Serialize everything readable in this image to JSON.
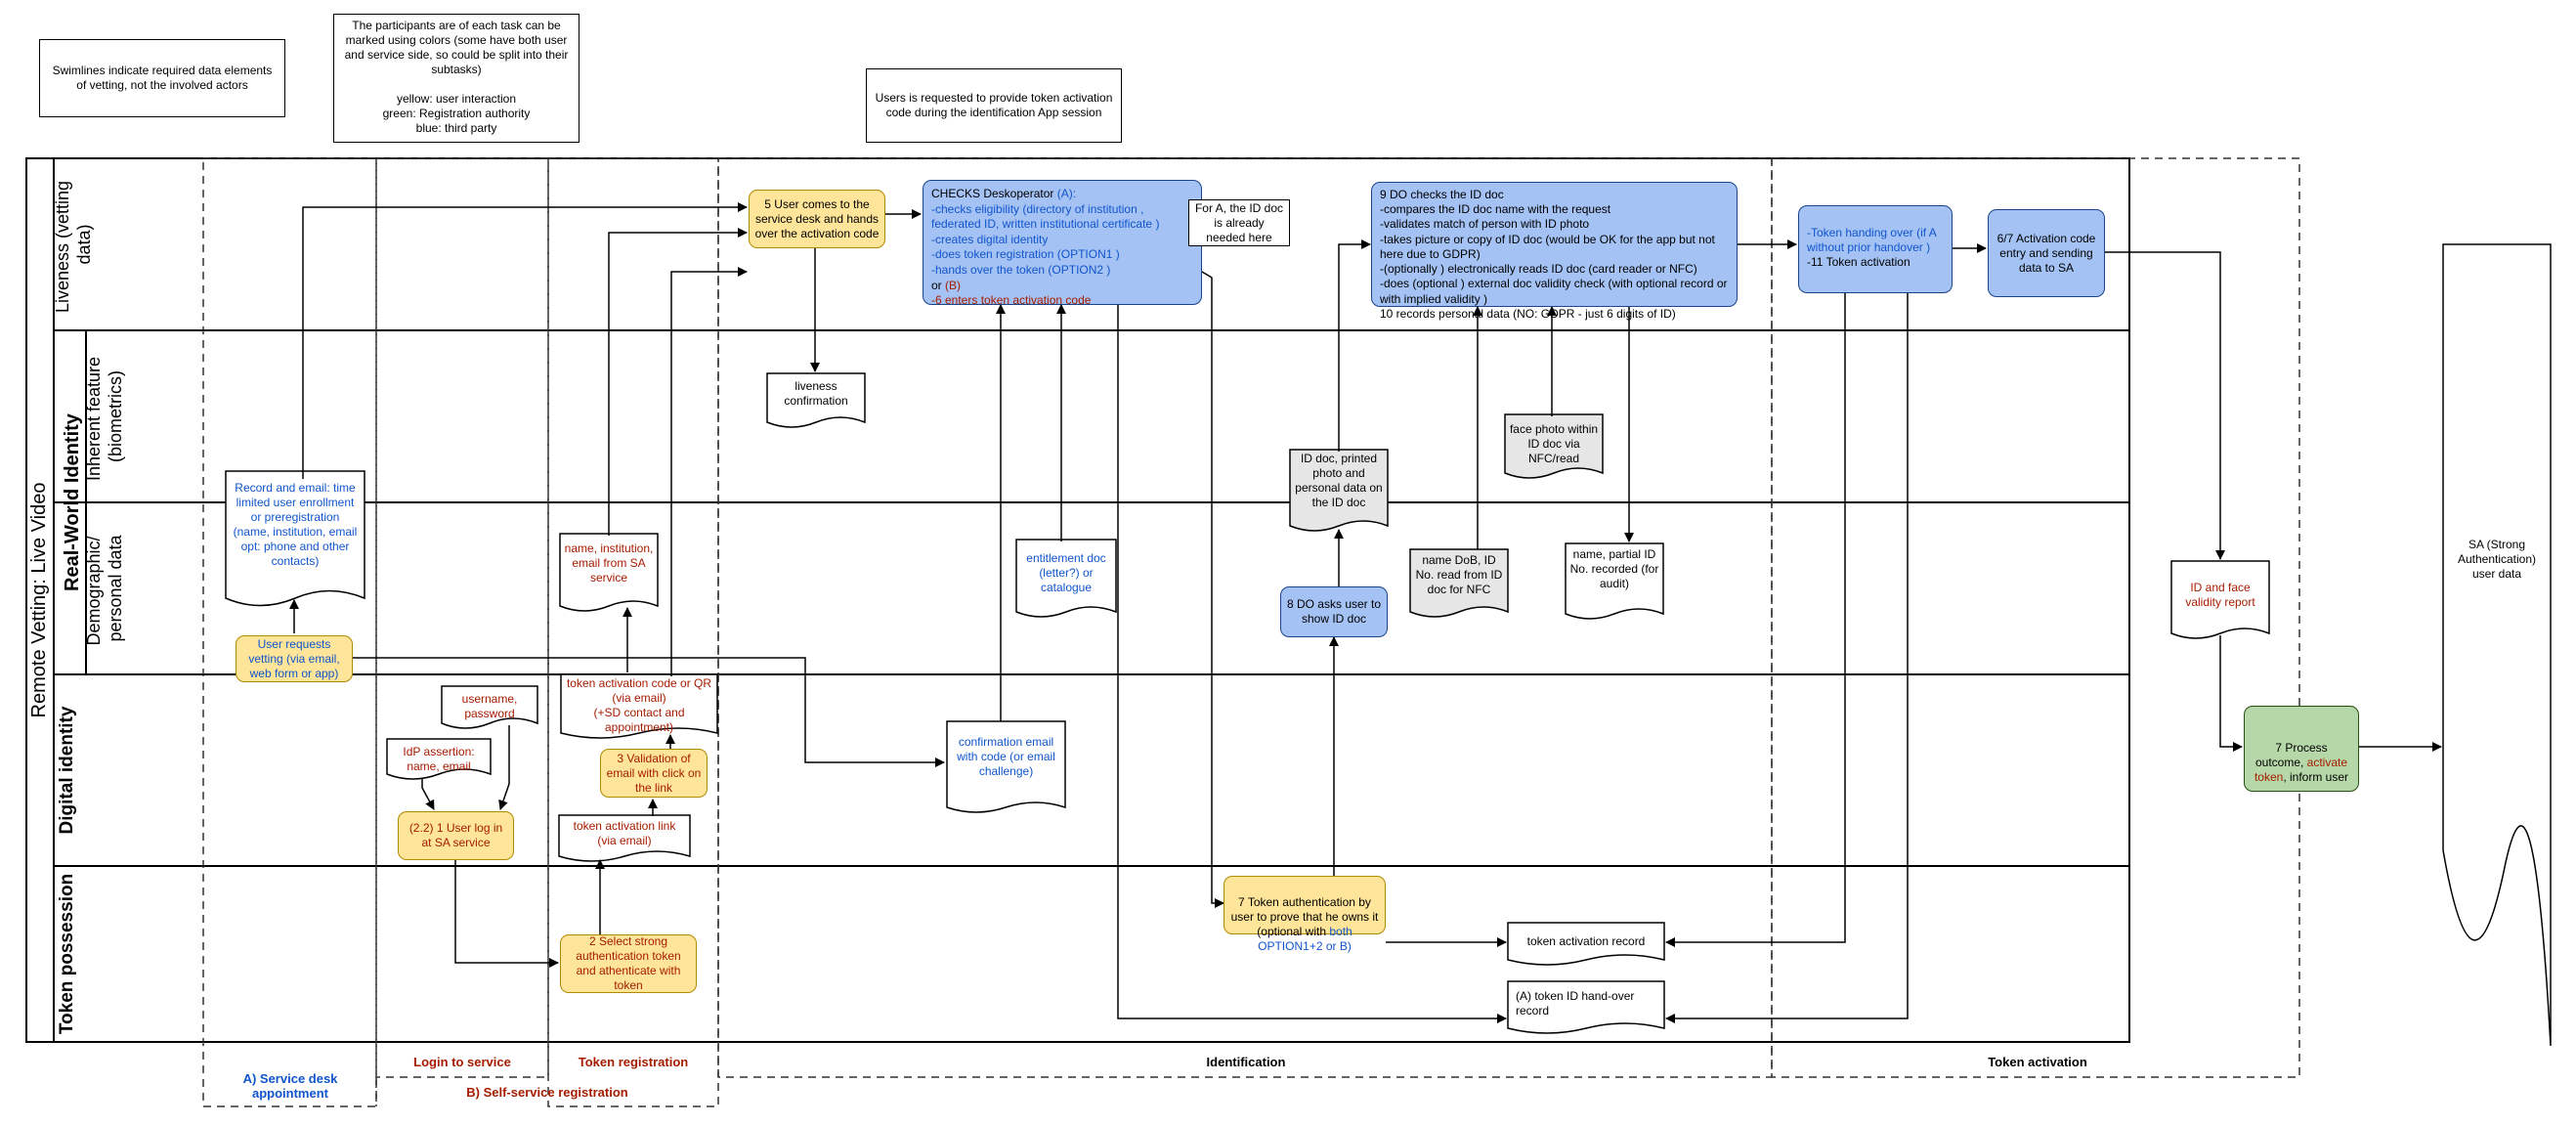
{
  "colors": {
    "yellow": "#ffe599",
    "blue": "#a4c2f4",
    "green": "#b6d7a8",
    "grey_doc": "#e6e6e6",
    "red_text": "#a61c00",
    "blue_text": "#1155cc"
  },
  "notes": {
    "swimlanes": "Swimlines indicate required data elements of vetting, not the involved actors",
    "participants": "The participants are of each task can be marked using colors (some have both  user and service side, so could be split into their subtasks)\n\nyellow: user interaction\ngreen:  Registration authority\nblue: third party",
    "token_code": "Users is requested to provide token activation code during the identification App session"
  },
  "lanes": {
    "outer": "Remote Vetting: Live Video",
    "real_world": "Real-World Identity",
    "liveness": "Liveness (vetting\ndata)",
    "inherent": "Inherent feature\n(biometrics)",
    "demographic": "Demographic/\npersonal data",
    "digital": "Digital identity",
    "token": "Token possession"
  },
  "phases": {
    "service_desk": "A) Service desk\nappointment",
    "login": "Login to service",
    "token_registration": "Token registration",
    "self_service": "B) Self-service registration",
    "identification": "Identification",
    "token_activation": "Token activation"
  },
  "nodes": {
    "user_requests": "User requests vetting (via email, web form or app)",
    "record_email": "Record and email: time limited user enrollment or preregistration (name, institution, email\nopt: phone and other contacts)",
    "username": "username, password",
    "idp": "IdP assertion: name, email",
    "login": "(2.2) 1 User log in at SA service",
    "select_auth": "2 Select strong authentication token and athenticate with token",
    "token_link": "token activation link\n(via email)",
    "validation": "3 Validation of email with click on the link",
    "token_code_qr": "token activation code or QR (via email)\n(+SD contact and appointment)",
    "name_inst": "name, institution, email from SA service",
    "user_comes": "5 User comes to the service desk and hands over the activation code",
    "liveness_conf": "liveness confirmation",
    "checks_title": "CHECKS Deskoperator",
    "checks_a": "(A):",
    "checks_l1": "-checks eligibility   (directory of institution , federated ID, written institutional certificate )",
    "checks_l2": "-creates digital identity",
    "checks_l3": "-does token registration  (OPTION1 )",
    "checks_l4": "-hands over the token (OPTION2 )",
    "checks_or": "or",
    "checks_b": "(B)",
    "checks_l5": "-6 enters token activation   code",
    "for_a": "For A, the ID doc is already needed here",
    "entitlement": "entitlement doc (letter?) or catalogue",
    "confirmation_email": "confirmation email with code (or email challenge)",
    "id_doc": "ID doc, printed photo and personal data on the ID doc",
    "do_asks": "8 DO asks user to show ID doc",
    "token_auth_a": "7 Token authentication by user to prove that he owns it (optional with ",
    "token_auth_b": "both OPTION1+2 or B)",
    "do_checks": "9 DO checks the ID doc\n-compares the ID doc name with the request\n-validates  match of person with ID photo\n-takes picture  or copy of ID doc (would be OK for the app but not here due to GDPR)\n-(optionally ) electronically   reads ID doc (card reader or NFC)\n-does (optional ) external  doc validity   check (with optional record or with  implied validity  )\n10 records personal data (NO:  GDPR - just 6 digits of ID)",
    "face_photo": "face photo within ID doc via NFC/read",
    "name_dob": "name DoB, ID No. read from ID doc for NFC",
    "name_partial": "name, partial ID No. recorded (for audit)",
    "token_record": "token  activation  record",
    "handover_record": "(A) token ID hand-over record",
    "token_handing_a": "-Token  handing  over  (if A without  prior handover )",
    "token_handing_b": "-11 Token  activation",
    "activation_entry": "6/7 Activation code entry and sending data to SA",
    "id_face": "ID and face validity report",
    "process_a": "7 Process outcome, ",
    "process_b": "activate token",
    "process_c": ", inform user",
    "sa_data": "SA (Strong Authentication) user data"
  }
}
